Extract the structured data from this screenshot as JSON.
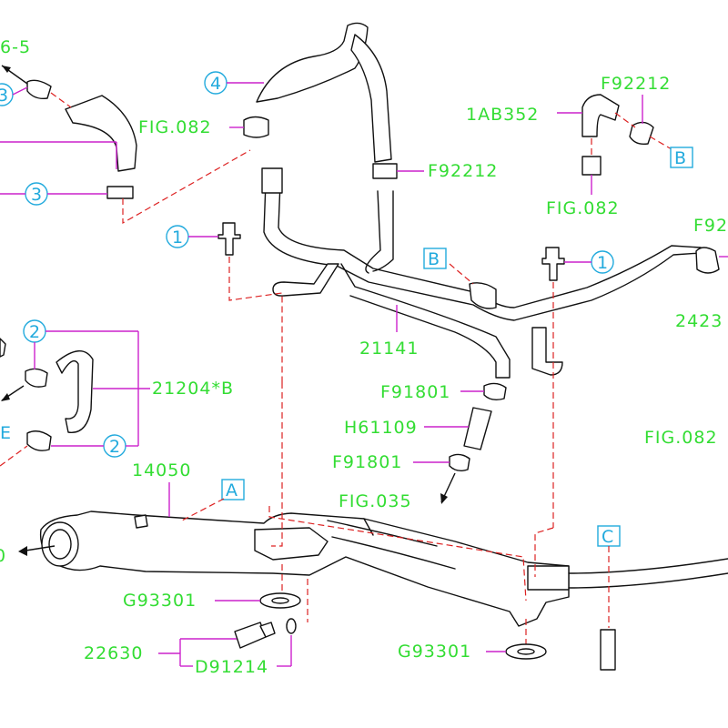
{
  "colors": {
    "part_number": "#33dd33",
    "callout": "#22aadd",
    "leader": "#cc22cc",
    "hidden_line": "#dd2222",
    "part_outline": "#111111"
  },
  "labels": {
    "ref_6_5": "6-5",
    "fig082_top": "FIG.082",
    "f92212_center": "F92212",
    "f92212_right": "F92212",
    "part_1ab352": "1AB352",
    "fig082_right": "FIG.082",
    "f92_edge": "F92",
    "part_2423": "2423",
    "part_21141": "21141",
    "f91801_upper": "F91801",
    "h61109": "H61109",
    "f91801_lower": "F91801",
    "fig035": "FIG.035",
    "part_21204b": "21204*B",
    "fig082_mid_right": "FIG.082",
    "part_14050": "14050",
    "g93301_left": "G93301",
    "part_22630": "22630",
    "d91214": "D91214",
    "g93301_right": "G93301",
    "zero_left": "0"
  },
  "callouts": {
    "c3_topleft": "3",
    "c3": "3",
    "c4": "4",
    "c1_left": "1",
    "c1_right": "1",
    "c2_upper": "2",
    "c2_lower": "2"
  },
  "boxes": {
    "b_upper_right": "B",
    "b_center": "B",
    "a": "A",
    "c": "C",
    "e_edge": "E"
  }
}
